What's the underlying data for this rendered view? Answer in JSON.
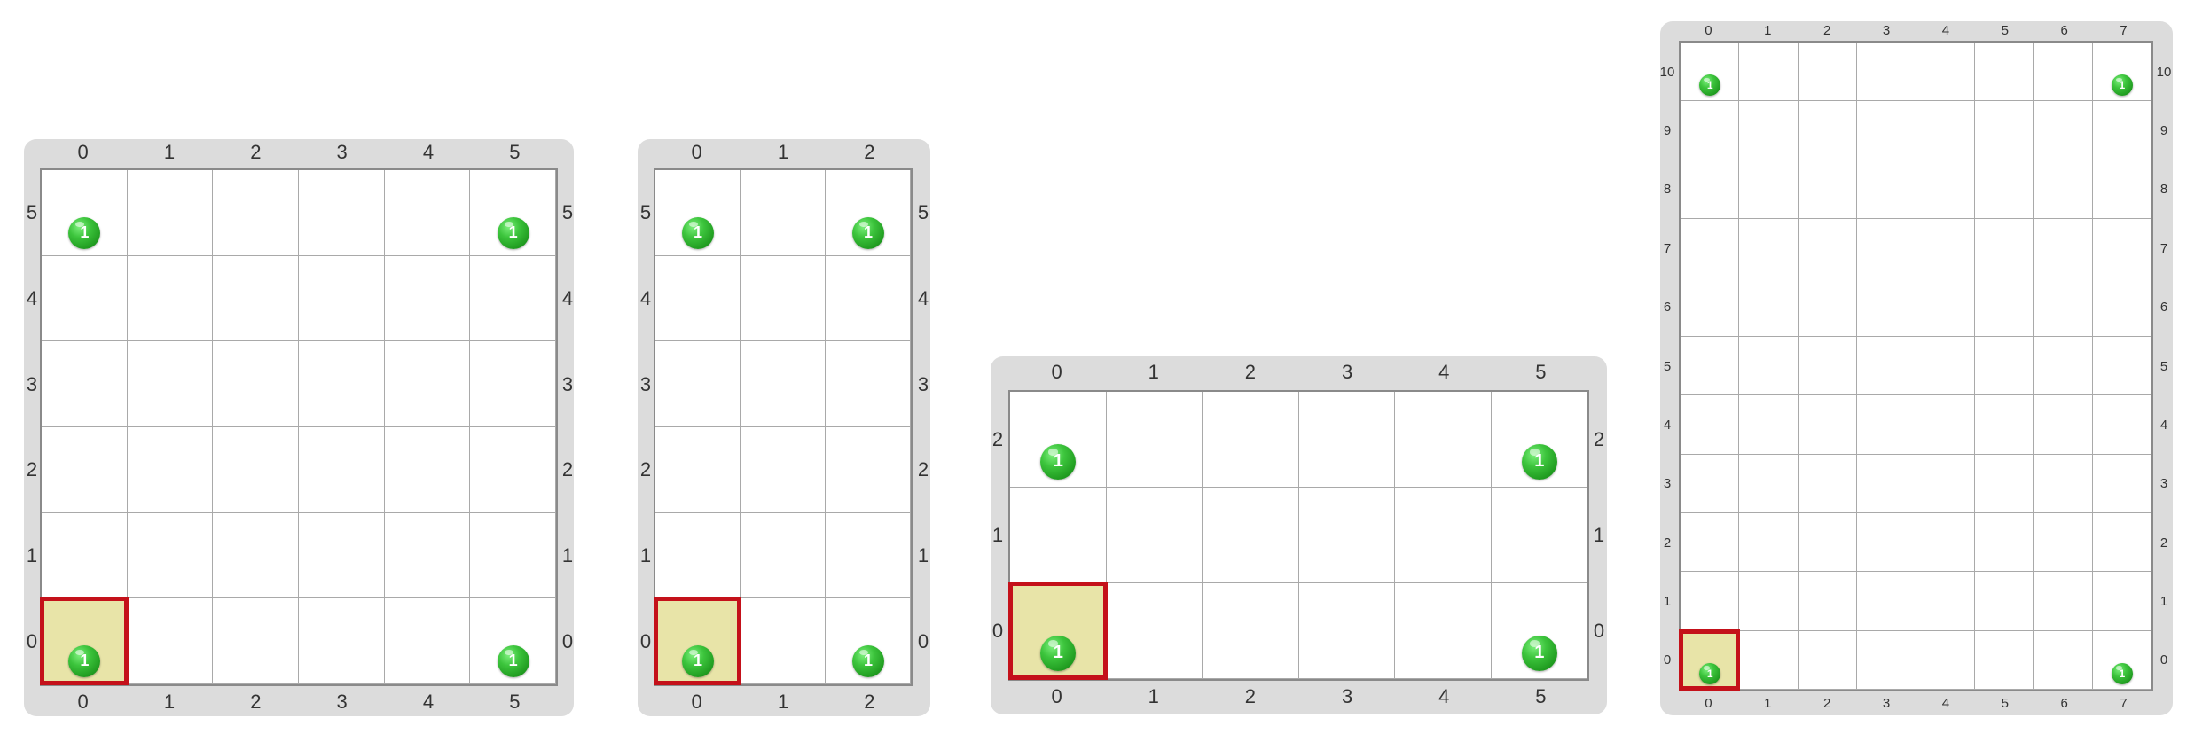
{
  "boards": [
    {
      "name": "board-1",
      "cols": 6,
      "rows": 6,
      "col_labels": [
        "0",
        "1",
        "2",
        "3",
        "4",
        "5"
      ],
      "row_labels": [
        "0",
        "1",
        "2",
        "3",
        "4",
        "5"
      ],
      "selected": {
        "col": 0,
        "row": 0
      },
      "pieces": [
        {
          "col": 0,
          "row": 5,
          "label": "1"
        },
        {
          "col": 5,
          "row": 5,
          "label": "1"
        },
        {
          "col": 0,
          "row": 0,
          "label": "1"
        },
        {
          "col": 5,
          "row": 0,
          "label": "1"
        }
      ]
    },
    {
      "name": "board-2",
      "cols": 3,
      "rows": 6,
      "col_labels": [
        "0",
        "1",
        "2"
      ],
      "row_labels": [
        "0",
        "1",
        "2",
        "3",
        "4",
        "5"
      ],
      "selected": {
        "col": 0,
        "row": 0
      },
      "pieces": [
        {
          "col": 0,
          "row": 5,
          "label": "1"
        },
        {
          "col": 2,
          "row": 5,
          "label": "1"
        },
        {
          "col": 0,
          "row": 0,
          "label": "1"
        },
        {
          "col": 2,
          "row": 0,
          "label": "1"
        }
      ]
    },
    {
      "name": "board-3",
      "cols": 6,
      "rows": 3,
      "col_labels": [
        "0",
        "1",
        "2",
        "3",
        "4",
        "5"
      ],
      "row_labels": [
        "0",
        "1",
        "2"
      ],
      "selected": {
        "col": 0,
        "row": 0
      },
      "pieces": [
        {
          "col": 0,
          "row": 2,
          "label": "1"
        },
        {
          "col": 5,
          "row": 2,
          "label": "1"
        },
        {
          "col": 0,
          "row": 0,
          "label": "1"
        },
        {
          "col": 5,
          "row": 0,
          "label": "1"
        }
      ]
    },
    {
      "name": "board-4",
      "cols": 8,
      "rows": 11,
      "col_labels": [
        "0",
        "1",
        "2",
        "3",
        "4",
        "5",
        "6",
        "7"
      ],
      "row_labels": [
        "0",
        "1",
        "2",
        "3",
        "4",
        "5",
        "6",
        "7",
        "8",
        "9",
        "10"
      ],
      "selected": {
        "col": 0,
        "row": 0
      },
      "pieces": [
        {
          "col": 0,
          "row": 10,
          "label": "1"
        },
        {
          "col": 7,
          "row": 10,
          "label": "1"
        },
        {
          "col": 0,
          "row": 0,
          "label": "1"
        },
        {
          "col": 7,
          "row": 0,
          "label": "1"
        }
      ]
    }
  ],
  "colors": {
    "frame": "#dcdcdc",
    "grid_line": "#a9a9a9",
    "selected_border": "#c4111a",
    "selected_fill": "#e8e4a8",
    "piece": "#2fb52f"
  }
}
